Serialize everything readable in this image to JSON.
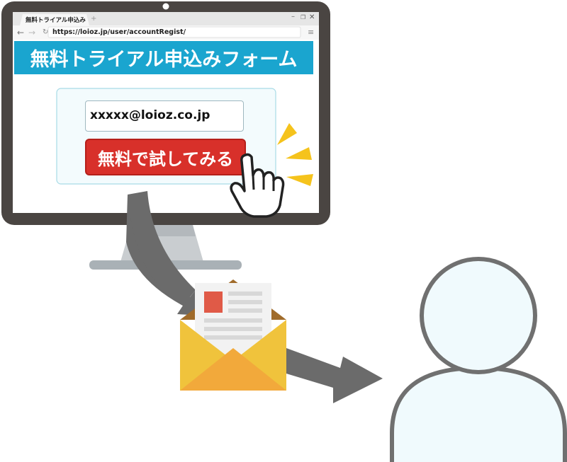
{
  "browser": {
    "tab_title": "無料トライアル申込み",
    "new_tab_symbol": "+",
    "url": "https://loioz.jp/user/accountRegist/"
  },
  "form": {
    "banner_title": "無料トライアル申込みフォーム",
    "email_value": "xxxxx@loioz.co.jp",
    "submit_label": "無料で試してみる"
  },
  "colors": {
    "banner": "#1aa5cf",
    "button": "#d8302a",
    "monitor_bezel": "#4a4542",
    "envelope": "#f0c33c",
    "arrow": "#6b6b6b",
    "person_fill": "#f0fafd",
    "person_outline": "#707070"
  },
  "icons": [
    "pointing-hand-icon",
    "envelope-icon",
    "document-icon",
    "person-icon",
    "arrow-icon"
  ]
}
